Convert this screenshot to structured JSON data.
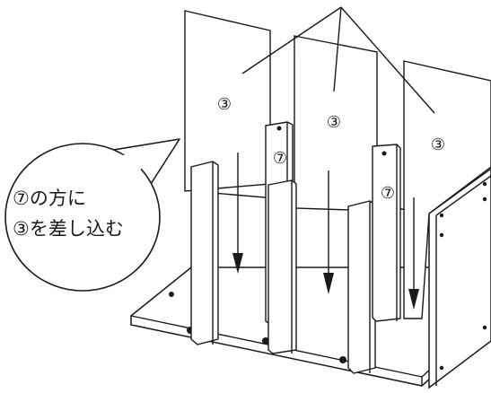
{
  "labels": {
    "partition": "③",
    "support": "⑦"
  },
  "callout": {
    "line1": "⑦の方に",
    "line2": "③を差し込む"
  }
}
